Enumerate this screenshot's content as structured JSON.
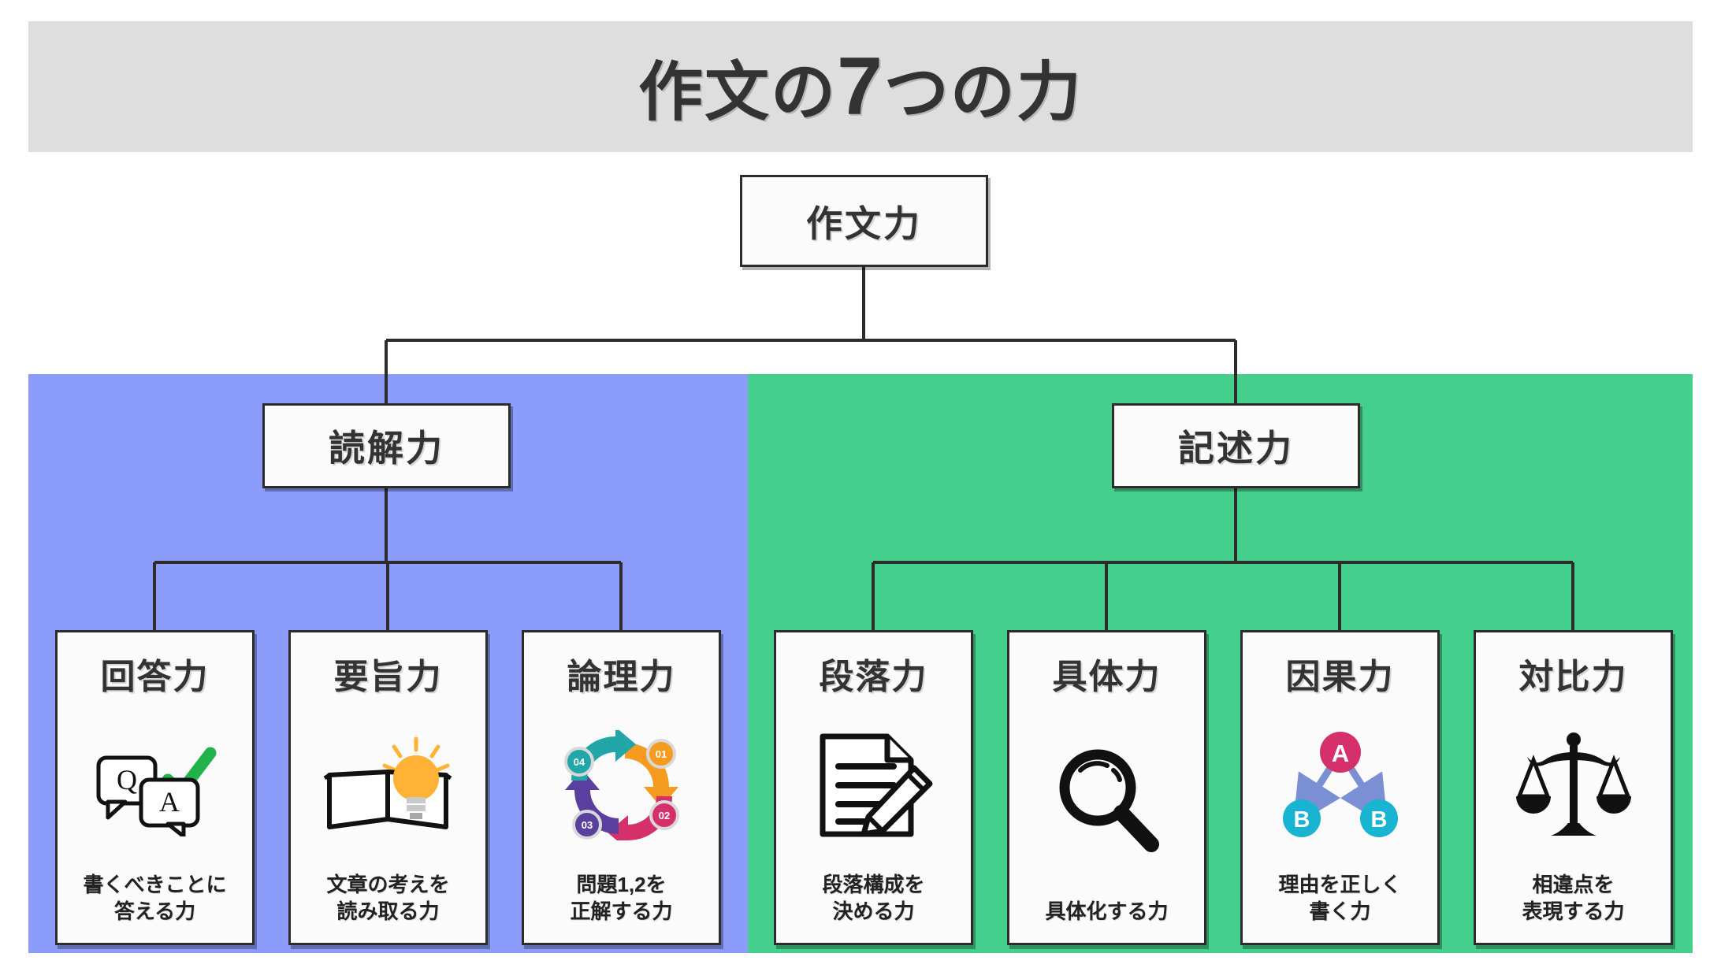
{
  "banner": {
    "title_prefix": "作文の",
    "title_number": "7",
    "title_suffix": "つの力",
    "bg_color": "#dedede"
  },
  "tree": {
    "root": {
      "label": "作文力"
    },
    "branches": [
      {
        "label": "読解力",
        "panel_color": "#8b9cfa"
      },
      {
        "label": "記述力",
        "panel_color": "#45cf8d"
      }
    ]
  },
  "cards": [
    {
      "title": "回答力",
      "caption": "書くべきことに\n答える力",
      "icon": "qa-speech-bubbles-check-icon",
      "group": "読解力",
      "accent": "#22b24c"
    },
    {
      "title": "要旨力",
      "caption": "文章の考えを\n読み取る力",
      "icon": "open-book-lightbulb-icon",
      "group": "読解力",
      "accent": "#ffb236"
    },
    {
      "title": "論理力",
      "caption": "問題1,2を\n正解する力",
      "icon": "cycle-arrows-icon",
      "group": "読解力",
      "accent": "#f59b20",
      "cycle_labels": [
        "01",
        "02",
        "03",
        "04"
      ],
      "cycle_colors": [
        "#f59b20",
        "#d6306b",
        "#5b3f9e",
        "#23a6a8"
      ]
    },
    {
      "title": "段落力",
      "caption": "段落構成を\n決める力",
      "icon": "document-pencil-icon",
      "group": "記述力",
      "accent": "#111111"
    },
    {
      "title": "具体力",
      "caption": "具体化する力",
      "icon": "magnifying-glass-icon",
      "group": "記述力",
      "accent": "#111111"
    },
    {
      "title": "因果力",
      "caption": "理由を正しく\n書く力",
      "icon": "cause-effect-nodes-icon",
      "group": "記述力",
      "accent": "#d6306b",
      "node_labels": [
        "A",
        "B",
        "B"
      ],
      "node_colors": [
        "#d6306b",
        "#19b4d1",
        "#19b4d1"
      ],
      "arrow_color": "#7b8fd4"
    },
    {
      "title": "対比力",
      "caption": "相違点を\n表現する力",
      "icon": "balance-scale-icon",
      "group": "記述力",
      "accent": "#111111"
    }
  ],
  "colors": {
    "line": "#2c2c2c",
    "card_bg": "#fbfbfb",
    "text": "#333333"
  }
}
